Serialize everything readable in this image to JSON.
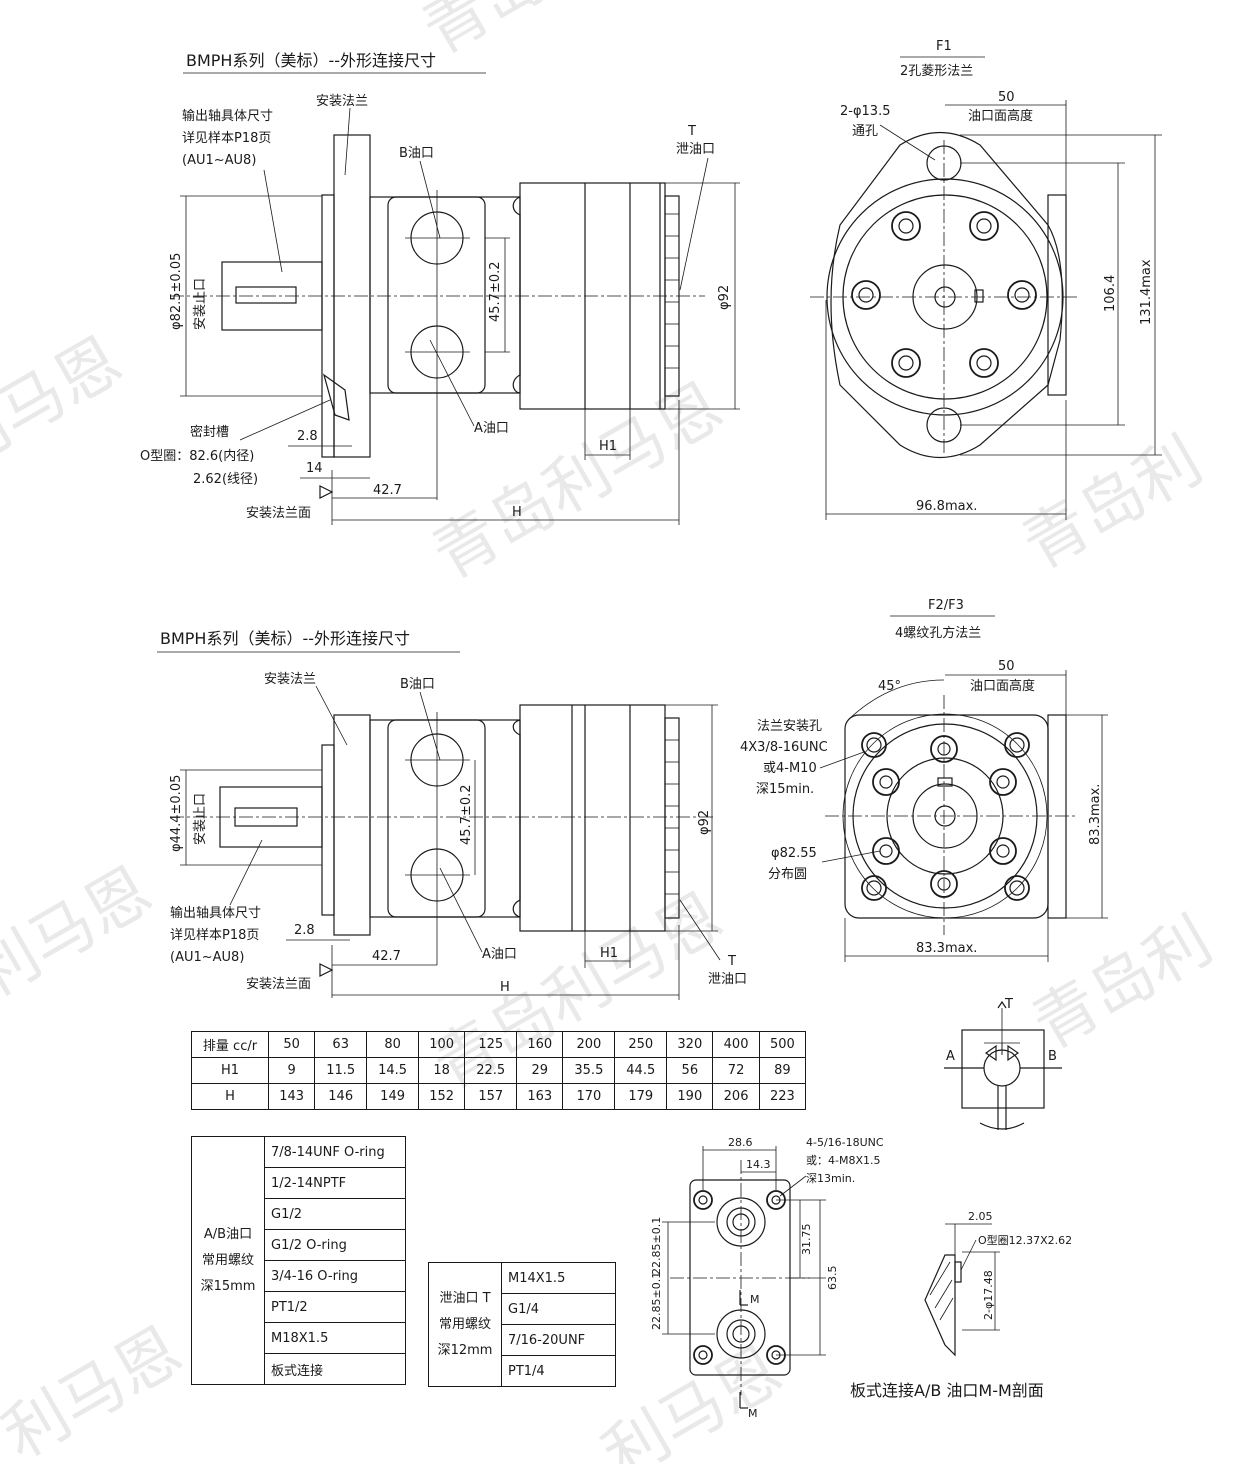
{
  "top": {
    "title": "BMPH系列（美标）--外形连接尺寸",
    "flange_label": "安装法兰",
    "shaft_note": [
      "输出轴具体尺寸",
      "详见样本P18页",
      "(AU1~AU8)"
    ],
    "b_port": "B油口",
    "a_port": "A油口",
    "t_port": [
      "T",
      "泄油口"
    ],
    "pilot_dia": "φ82.5±0.05",
    "pilot_label": "安装止口",
    "port_spacing": "45.7±0.2",
    "body_dia": "φ92",
    "seal_groove": "密封槽",
    "oring": [
      "O型圈：82.6(内径)",
      "2.62(线径)"
    ],
    "dim_2_8": "2.8",
    "dim_14": "14",
    "dim_42_7": "42.7",
    "dim_h1": "H1",
    "dim_h": "H",
    "flange_face": "安装法兰面"
  },
  "f1": {
    "title": [
      "F1",
      "2孔菱形法兰"
    ],
    "hole_label": [
      "2-φ13.5",
      "通孔"
    ],
    "dim_50": "50",
    "port_height": "油口面高度",
    "dim_106_4": "106.4",
    "dim_131_4": "131.4max",
    "dim_96_8": "96.8max."
  },
  "bottom": {
    "title": "BMPH系列（美标）--外形连接尺寸",
    "flange_label": "安装法兰",
    "b_port": "B油口",
    "a_port": "A油口",
    "t_port": [
      "T",
      "泄油口"
    ],
    "pilot_dia": "φ44.4±0.05",
    "pilot_label": "安装止口",
    "port_spacing": "45.7±0.2",
    "body_dia": "φ92",
    "shaft_note": [
      "输出轴具体尺寸",
      "详见样本P18页",
      "(AU1~AU8)"
    ],
    "dim_2_8": "2.8",
    "dim_42_7": "42.7",
    "dim_h1": "H1",
    "dim_h": "H",
    "flange_face": "安装法兰面"
  },
  "f23": {
    "title": [
      "F2/F3",
      "4螺纹孔方法兰"
    ],
    "dim_50": "50",
    "port_height": "油口面高度",
    "angle": "45°",
    "mount_hole": [
      "法兰安装孔",
      "4X3/8-16UNC",
      "或4-M10",
      "深15min."
    ],
    "bolt_circle": [
      "φ82.55",
      "分布圆"
    ],
    "dim_83_3_v": "83.3max.",
    "dim_83_3_h": "83.3max."
  },
  "symbol": {
    "t": "T",
    "a": "A",
    "b": "B"
  },
  "spec_table": {
    "headers": [
      "排量 cc/r",
      "50",
      "63",
      "80",
      "100",
      "125",
      "160",
      "200",
      "250",
      "320",
      "400",
      "500"
    ],
    "rows": [
      [
        "H1",
        "9",
        "11.5",
        "14.5",
        "18",
        "22.5",
        "29",
        "35.5",
        "44.5",
        "56",
        "72",
        "89"
      ],
      [
        "H",
        "143",
        "146",
        "149",
        "152",
        "157",
        "163",
        "170",
        "179",
        "190",
        "206",
        "223"
      ]
    ]
  },
  "ab_threads": {
    "head": [
      "A/B油口",
      "常用螺纹",
      "深15mm"
    ],
    "items": [
      "7/8-14UNF O-ring",
      "1/2-14NPTF",
      "G1/2",
      "G1/2  O-ring",
      "3/4-16  O-ring",
      "PT1/2",
      "M18X1.5",
      "板式连接"
    ]
  },
  "t_threads": {
    "head": [
      "泄油口 T",
      "常用螺纹",
      "深12mm"
    ],
    "items": [
      "M14X1.5",
      "G1/4",
      "7/16-20UNF",
      "PT1/4"
    ]
  },
  "plate": {
    "dim_28_6": "28.6",
    "dim_14_3": "14.3",
    "thread_note": [
      "4-5/16-18UNC",
      "或：4-M8X1.5",
      "深13min."
    ],
    "dim_31_75": "31.75",
    "dim_63_5": "63.5",
    "dim_22_85_a": "22.85±0.1",
    "dim_22_85_b": "22.85±0.1",
    "m_label": "M",
    "caption": "板式连接A/B 油口M-M剖面"
  },
  "section": {
    "dim_2_05": "2.05",
    "oring": "O型圈12.37X2.62",
    "dia": "2-φ17.48"
  },
  "watermark": [
    "青岛",
    "利马恩",
    "青岛利马恩",
    "青岛利",
    "利马恩",
    "青岛利马恩",
    "青岛利",
    "利马恩",
    "利马恩"
  ]
}
